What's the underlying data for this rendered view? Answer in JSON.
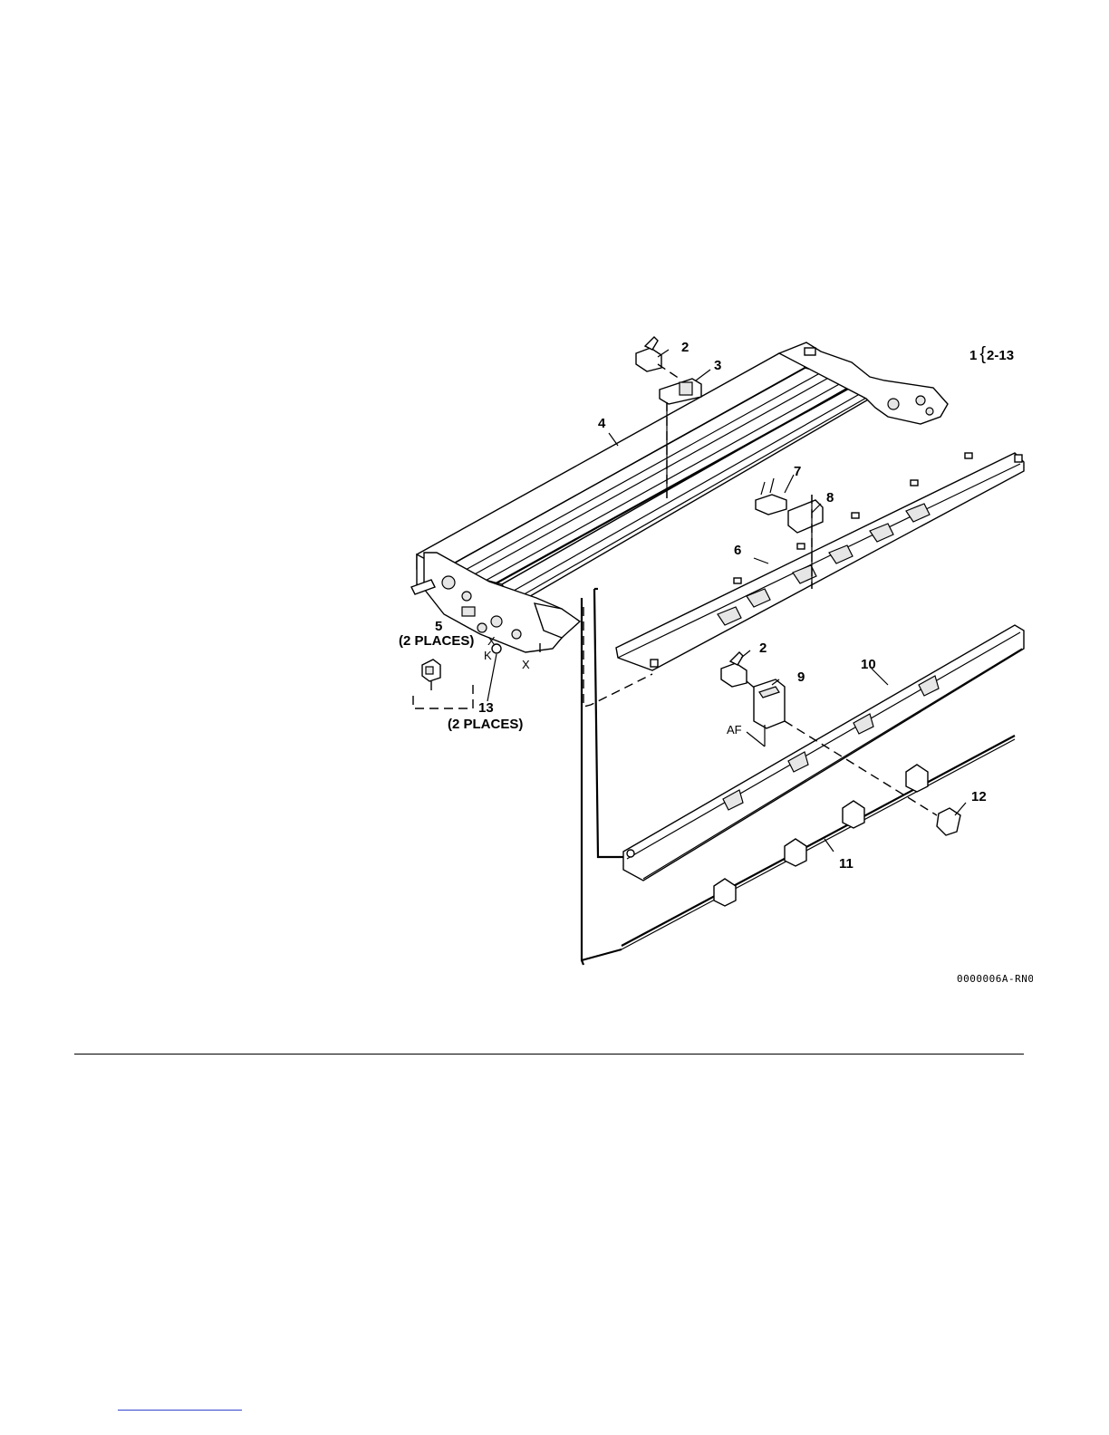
{
  "diagram": {
    "group_label": {
      "item": "1",
      "brace": "{",
      "range": "2-13"
    },
    "callouts": {
      "c2a": "2",
      "c3": "3",
      "c4": "4",
      "c5": "5",
      "c5_note": "(2 PLACES)",
      "c6": "6",
      "c7": "7",
      "c8": "8",
      "c2b": "2",
      "c9": "9",
      "c10": "10",
      "c11": "11",
      "c12": "12",
      "c13": "13",
      "c13_note": "(2 PLACES)"
    },
    "letters": {
      "x1": "X",
      "k": "K",
      "x2": "X",
      "af": "AF"
    },
    "figure_id": "0000006A-RN0"
  }
}
